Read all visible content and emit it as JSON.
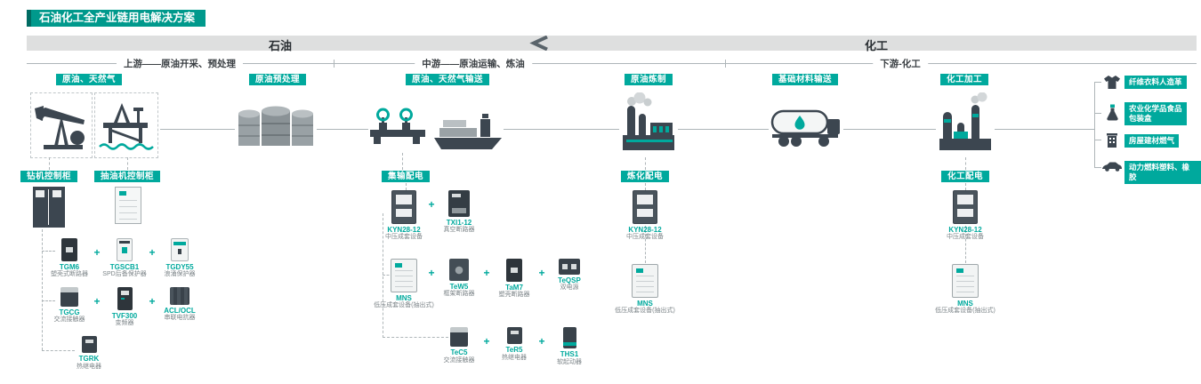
{
  "title": "石油化工全产业链用电解决方案",
  "bands": {
    "left": "石油",
    "right": "化工"
  },
  "stages": [
    {
      "label": "上游——原油开采、预处理"
    },
    {
      "label": "中游——原油运输、炼油"
    },
    {
      "label": "下游-化工"
    }
  ],
  "process": [
    {
      "label": "原油、天然气"
    },
    {
      "label": "原油预处理"
    },
    {
      "label": "原油、天然气输送"
    },
    {
      "label": "原油炼制"
    },
    {
      "label": "基础材料输送"
    },
    {
      "label": "化工加工"
    }
  ],
  "outputs": [
    {
      "icon": "tshirt-icon",
      "label": "纤维衣料人造革"
    },
    {
      "icon": "flask-icon",
      "label": "农业化学品食品\n包装盒"
    },
    {
      "icon": "building-icon",
      "label": "房屋建材燃气"
    },
    {
      "icon": "car-icon",
      "label": "动力燃料塑料、橡胶"
    }
  ],
  "panels": {
    "drill": "钻机控制柜",
    "pumpjack": "抽油机控制柜",
    "gathering": "集输配电",
    "refining": "炼化配电",
    "chemical": "化工配电"
  },
  "products": {
    "left_rows": [
      [
        {
          "name": "TGM6",
          "desc": "塑壳式断路器",
          "style": "mccb-dark"
        },
        {
          "name": "TGSCB1",
          "desc": "SPD后备保护器",
          "style": "mcb-white"
        },
        {
          "name": "TGDY55",
          "desc": "浪涌保护器",
          "style": "spd-white"
        }
      ],
      [
        {
          "name": "TGCG",
          "desc": "交流接触器",
          "style": "contactor"
        },
        {
          "name": "TVF300",
          "desc": "变频器",
          "style": "vfd"
        },
        {
          "name": "ACL/OCL",
          "desc": "串联电抗器",
          "style": "reactor"
        }
      ],
      [
        {
          "name": "TGRK",
          "desc": "热继电器",
          "style": "relay"
        }
      ]
    ],
    "mid_rows": [
      [
        {
          "name": "KYN28-12",
          "desc": "中压成套设备",
          "style": "cabinet-mv"
        },
        {
          "name": "TXI1-12",
          "desc": "真空断路器",
          "style": "vcb"
        }
      ],
      [
        {
          "name": "MNS",
          "desc": "低压成套设备(抽出式)",
          "style": "cabinet-lv"
        },
        {
          "name": "TeW5",
          "desc": "框架断路器",
          "style": "acb"
        },
        {
          "name": "TaM7",
          "desc": "塑壳断路器",
          "style": "mccb-dark"
        },
        {
          "name": "TeQSP",
          "desc": "双电源",
          "style": "ats"
        }
      ],
      [
        {
          "name": "TeC5",
          "desc": "交流接触器",
          "style": "contactor"
        },
        {
          "name": "TeR5",
          "desc": "热继电器",
          "style": "relay"
        },
        {
          "name": "THS1",
          "desc": "软起动器",
          "style": "soft"
        }
      ]
    ],
    "refining_rows": [
      [
        {
          "name": "KYN28-12",
          "desc": "中压成套设备",
          "style": "cabinet-mv"
        }
      ],
      [
        {
          "name": "MNS",
          "desc": "低压成套设备(抽出式)",
          "style": "cabinet-lv"
        }
      ]
    ],
    "chemical_rows": [
      [
        {
          "name": "KYN28-12",
          "desc": "中压成套设备",
          "style": "cabinet-mv"
        }
      ],
      [
        {
          "name": "MNS",
          "desc": "低压成套设备(抽出式)",
          "style": "cabinet-lv"
        }
      ]
    ]
  },
  "colors": {
    "teal": "#00A99D",
    "dark": "#3C4650",
    "band_gray": "#DEDFDF"
  }
}
